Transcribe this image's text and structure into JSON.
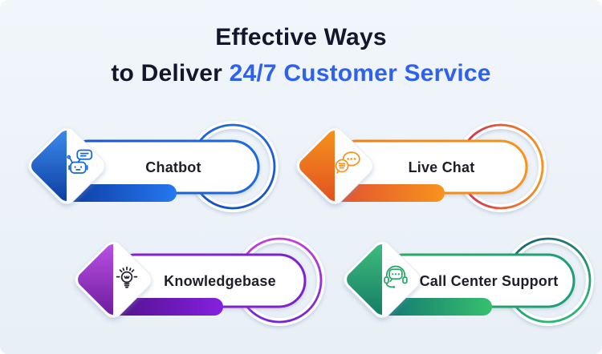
{
  "card": {
    "background": "#ECF2F8"
  },
  "title": {
    "line1": "Effective Ways",
    "line2_prefix": "to Deliver ",
    "line2_highlight": "24/7 Customer Service",
    "text_color": "#15152B",
    "highlight_color": "#2F62EC"
  },
  "items": [
    {
      "label": "Chatbot",
      "icon": "robot-chatbot-icon",
      "colors": {
        "icon": "#1565D8",
        "border_from": "#1853CC",
        "border_to": "#1E6ADF",
        "ring_from": "#2068E0",
        "ring_to": "#1450C8",
        "bar_from": "#0F3FA6",
        "bar_to": "#2578F0",
        "diamond_from": "#3F8CF0",
        "diamond_to": "#0A3C9E"
      }
    },
    {
      "label": "Live Chat",
      "icon": "chat-bubbles-icon",
      "colors": {
        "icon": "#F7941E",
        "border_from": "#EF7F10",
        "border_to": "#F7941E",
        "ring_from": "#CE2457",
        "ring_to": "#F7941E",
        "bar_from": "#E2542F",
        "bar_to": "#F7941E",
        "diamond_from": "#F7941E",
        "diamond_to": "#E05020"
      }
    },
    {
      "label": "Knowledgebase",
      "icon": "lightbulb-icon",
      "colors": {
        "icon": "#22222E",
        "border_from": "#8A1FD0",
        "border_to": "#7C22CE",
        "ring_from": "#C13FD9",
        "ring_to": "#7524D8",
        "bar_from": "#54128F",
        "bar_to": "#8420E0",
        "diamond_from": "#BE52E8",
        "diamond_to": "#6A1B9A"
      }
    },
    {
      "label": "Call Center Support",
      "icon": "headset-support-icon",
      "colors": {
        "icon": "#27A567",
        "border_from": "#27AE60",
        "border_to": "#1E9E78",
        "ring_from": "#1A5F7A",
        "ring_to": "#2BB673",
        "bar_from": "#157A72",
        "bar_to": "#35C06E",
        "diamond_from": "#3FBF7F",
        "diamond_to": "#157A64"
      }
    }
  ]
}
